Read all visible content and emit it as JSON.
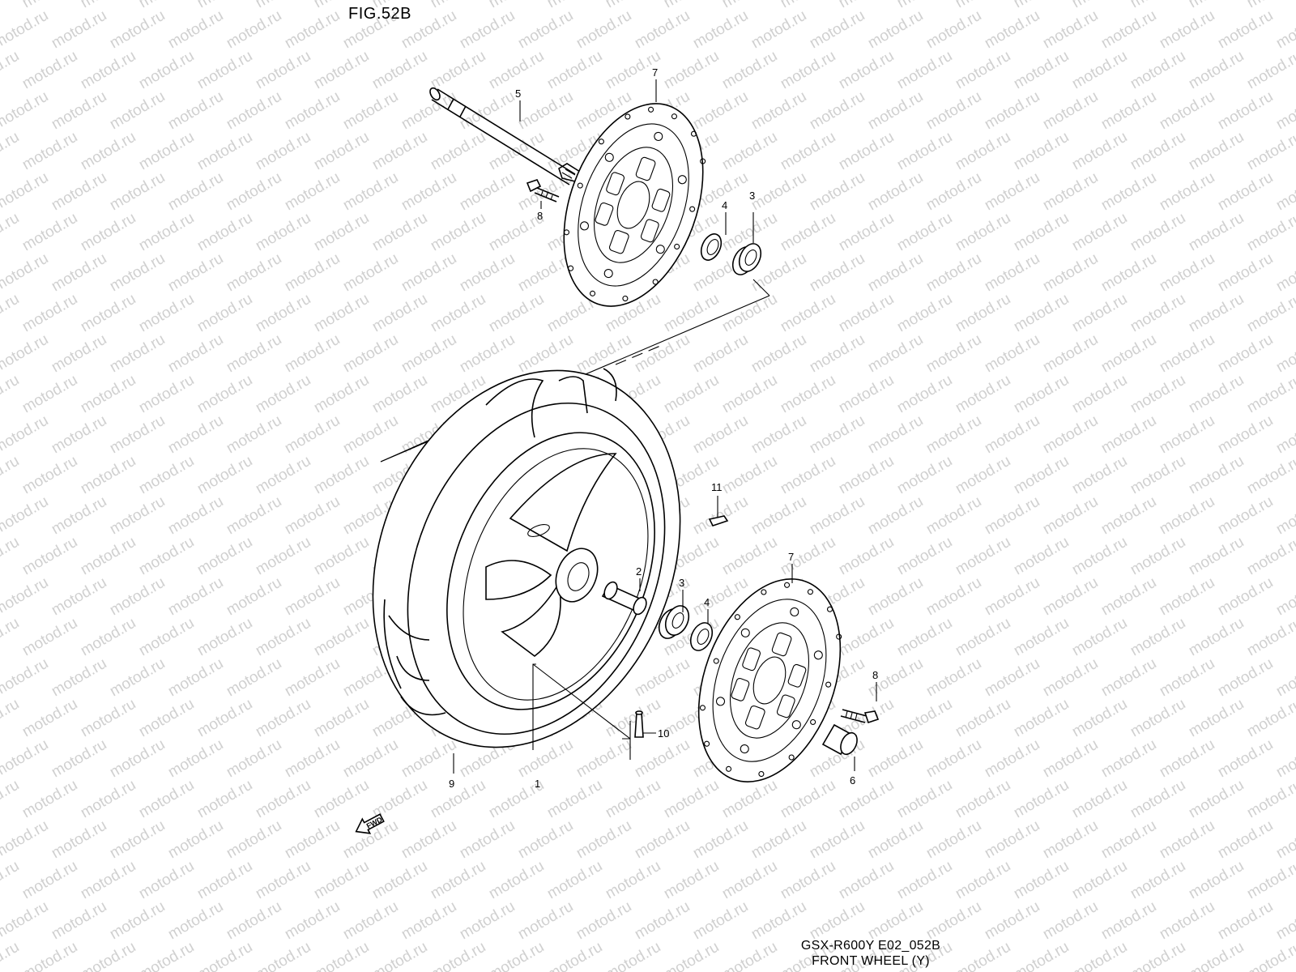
{
  "figure_label": "FIG.52B",
  "watermark_text": "motod.ru",
  "caption": {
    "model_code": "GSX-R600Y E02_052B",
    "title": "FRONT WHEEL (Y)"
  },
  "fwd_badge": "FWD",
  "callouts": [
    {
      "id": "1",
      "label": "1"
    },
    {
      "id": "2",
      "label": "2"
    },
    {
      "id": "3a",
      "label": "3"
    },
    {
      "id": "3b",
      "label": "3"
    },
    {
      "id": "4a",
      "label": "4"
    },
    {
      "id": "4b",
      "label": "4"
    },
    {
      "id": "5",
      "label": "5"
    },
    {
      "id": "6",
      "label": "6"
    },
    {
      "id": "7a",
      "label": "7"
    },
    {
      "id": "7b",
      "label": "7"
    },
    {
      "id": "8a",
      "label": "8"
    },
    {
      "id": "8b",
      "label": "8"
    },
    {
      "id": "9",
      "label": "9"
    },
    {
      "id": "10",
      "label": "10"
    },
    {
      "id": "11",
      "label": "11"
    }
  ]
}
